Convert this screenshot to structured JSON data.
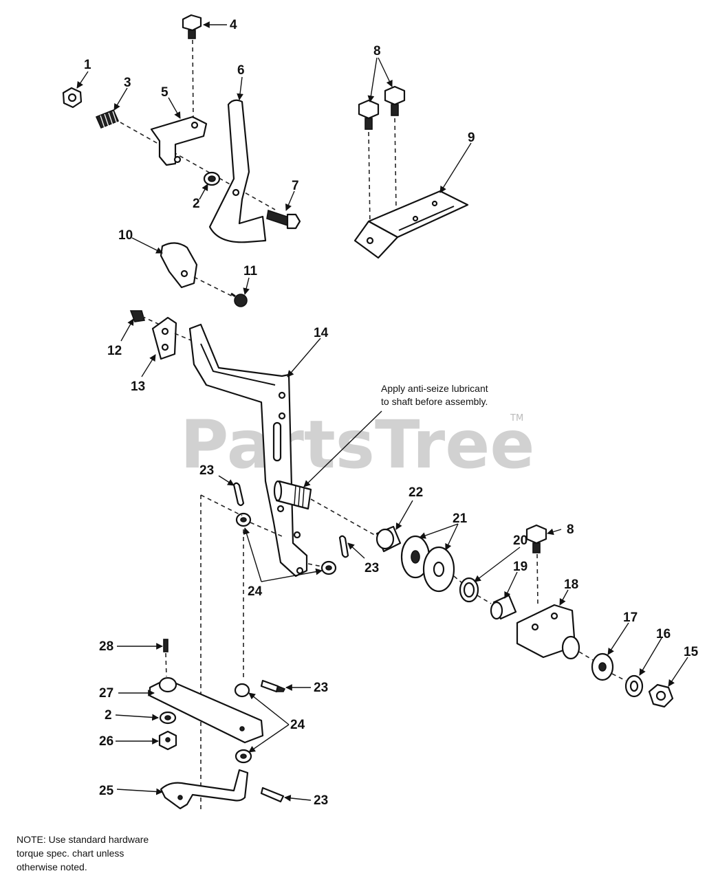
{
  "watermark": {
    "text": "PartsTree",
    "trademark": "TM"
  },
  "annotation": {
    "line1": "Apply anti-seize lubricant",
    "line2": "to shaft before assembly."
  },
  "note": {
    "line1": "NOTE: Use standard hardware",
    "line2": "torque spec. chart unless",
    "line3": "otherwise noted."
  },
  "callouts": [
    {
      "id": "c1",
      "label": "1"
    },
    {
      "id": "c2a",
      "label": "2"
    },
    {
      "id": "c3",
      "label": "3"
    },
    {
      "id": "c4",
      "label": "4"
    },
    {
      "id": "c5",
      "label": "5"
    },
    {
      "id": "c6",
      "label": "6"
    },
    {
      "id": "c7",
      "label": "7"
    },
    {
      "id": "c8a",
      "label": "8"
    },
    {
      "id": "c9",
      "label": "9"
    },
    {
      "id": "c10",
      "label": "10"
    },
    {
      "id": "c11",
      "label": "11"
    },
    {
      "id": "c12",
      "label": "12"
    },
    {
      "id": "c13",
      "label": "13"
    },
    {
      "id": "c14",
      "label": "14"
    },
    {
      "id": "c23a",
      "label": "23"
    },
    {
      "id": "c22",
      "label": "22"
    },
    {
      "id": "c21",
      "label": "21"
    },
    {
      "id": "c20",
      "label": "20"
    },
    {
      "id": "c8b",
      "label": "8"
    },
    {
      "id": "c19",
      "label": "19"
    },
    {
      "id": "c18",
      "label": "18"
    },
    {
      "id": "c23b",
      "label": "23"
    },
    {
      "id": "c24a",
      "label": "24"
    },
    {
      "id": "c17",
      "label": "17"
    },
    {
      "id": "c16",
      "label": "16"
    },
    {
      "id": "c15",
      "label": "15"
    },
    {
      "id": "c28",
      "label": "28"
    },
    {
      "id": "c23c",
      "label": "23"
    },
    {
      "id": "c27",
      "label": "27"
    },
    {
      "id": "c24b",
      "label": "24"
    },
    {
      "id": "c2b",
      "label": "2"
    },
    {
      "id": "c26",
      "label": "26"
    },
    {
      "id": "c25",
      "label": "25"
    },
    {
      "id": "c23d",
      "label": "23"
    }
  ]
}
